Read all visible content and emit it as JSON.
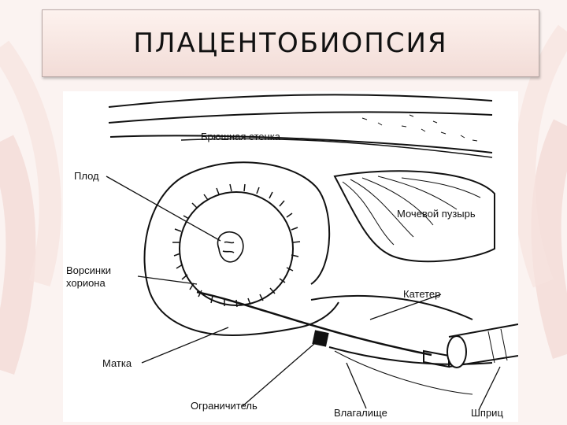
{
  "slide": {
    "title": "ПЛАЦЕНТОБИОПСИЯ"
  },
  "diagram": {
    "labels": {
      "abdominal_wall": "Брюшная стенка",
      "fetus": "Плод",
      "bladder": "Мочевой пузырь",
      "chorionic_villi_line1": "Ворсинки",
      "chorionic_villi_line2": "хориона",
      "catheter": "Катетер",
      "uterus": "Матка",
      "limiter": "Ограничитель",
      "vagina": "Влагалище",
      "syringe": "Шприц"
    }
  }
}
